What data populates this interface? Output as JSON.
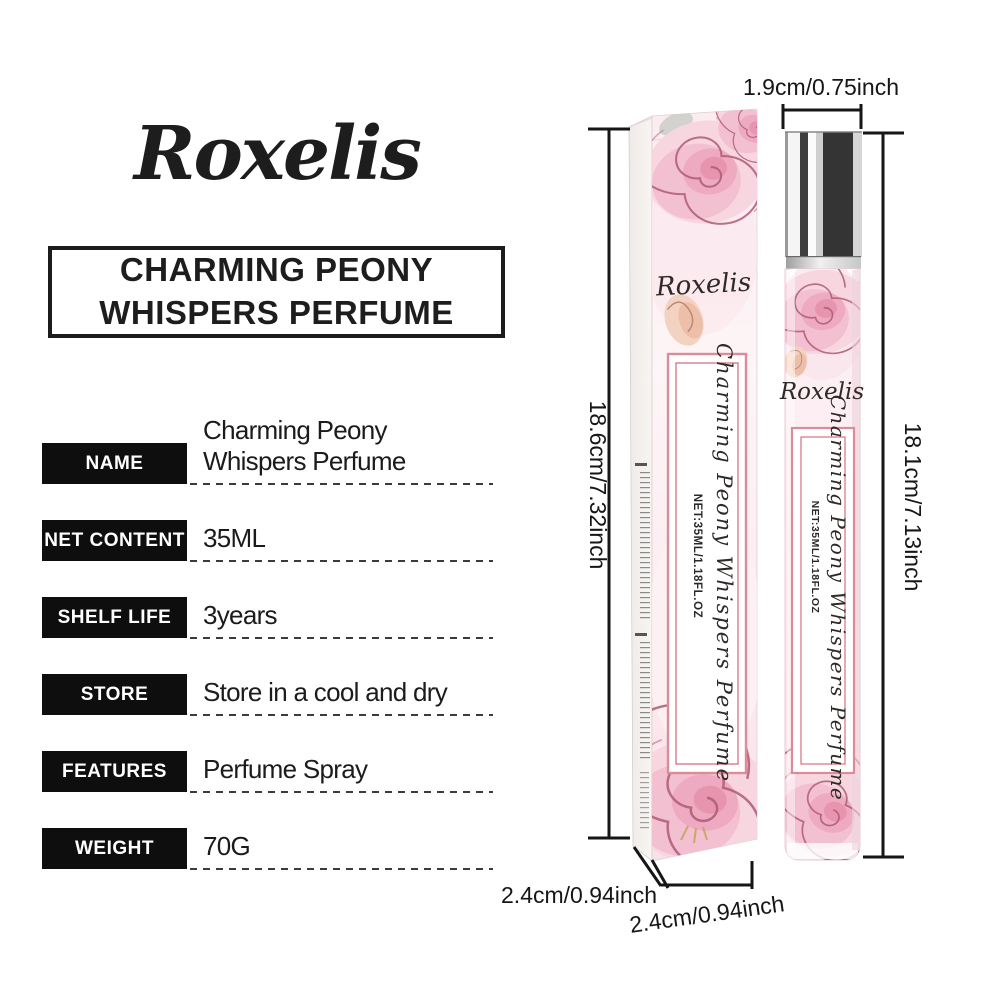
{
  "brand": "Roxelis",
  "title": "CHARMING PEONY WHISPERS PERFUME",
  "specs": [
    {
      "label": "NAME",
      "value": "Charming Peony Whispers Perfume"
    },
    {
      "label": "NET CONTENT",
      "value": "35ML"
    },
    {
      "label": "SHELF LIFE",
      "value": "3years"
    },
    {
      "label": "STORE",
      "value": "Store in a cool and dry"
    },
    {
      "label": "FEATURES",
      "value": "Perfume Spray"
    },
    {
      "label": "WEIGHT",
      "value": "70G"
    }
  ],
  "product": {
    "box": {
      "brand": "Roxelis",
      "label_title": "Charming Peony Whispers Perfume",
      "net": "NET:35ML/1.18FL.OZ"
    },
    "bottle": {
      "brand": "Roxelis",
      "label_title": "Charming Peony Whispers Perfume",
      "net": "NET:35ML/1.18FL.OZ"
    }
  },
  "dimensions": {
    "cap_width": "1.9cm/0.75inch",
    "box_height": "18.6cm/7.32inch",
    "bottle_height": "18.1cm/7.13inch",
    "box_depth": "2.4cm/0.94inch",
    "box_width": "2.4cm/0.94inch"
  },
  "colors": {
    "label_bg": "#0e0e0e",
    "label_text": "#ffffff",
    "accent_pink": "#dd8a99",
    "panel_border_inner": "#d4717f",
    "dimension_line": "#161616",
    "box_pink": "#fbeef2"
  }
}
